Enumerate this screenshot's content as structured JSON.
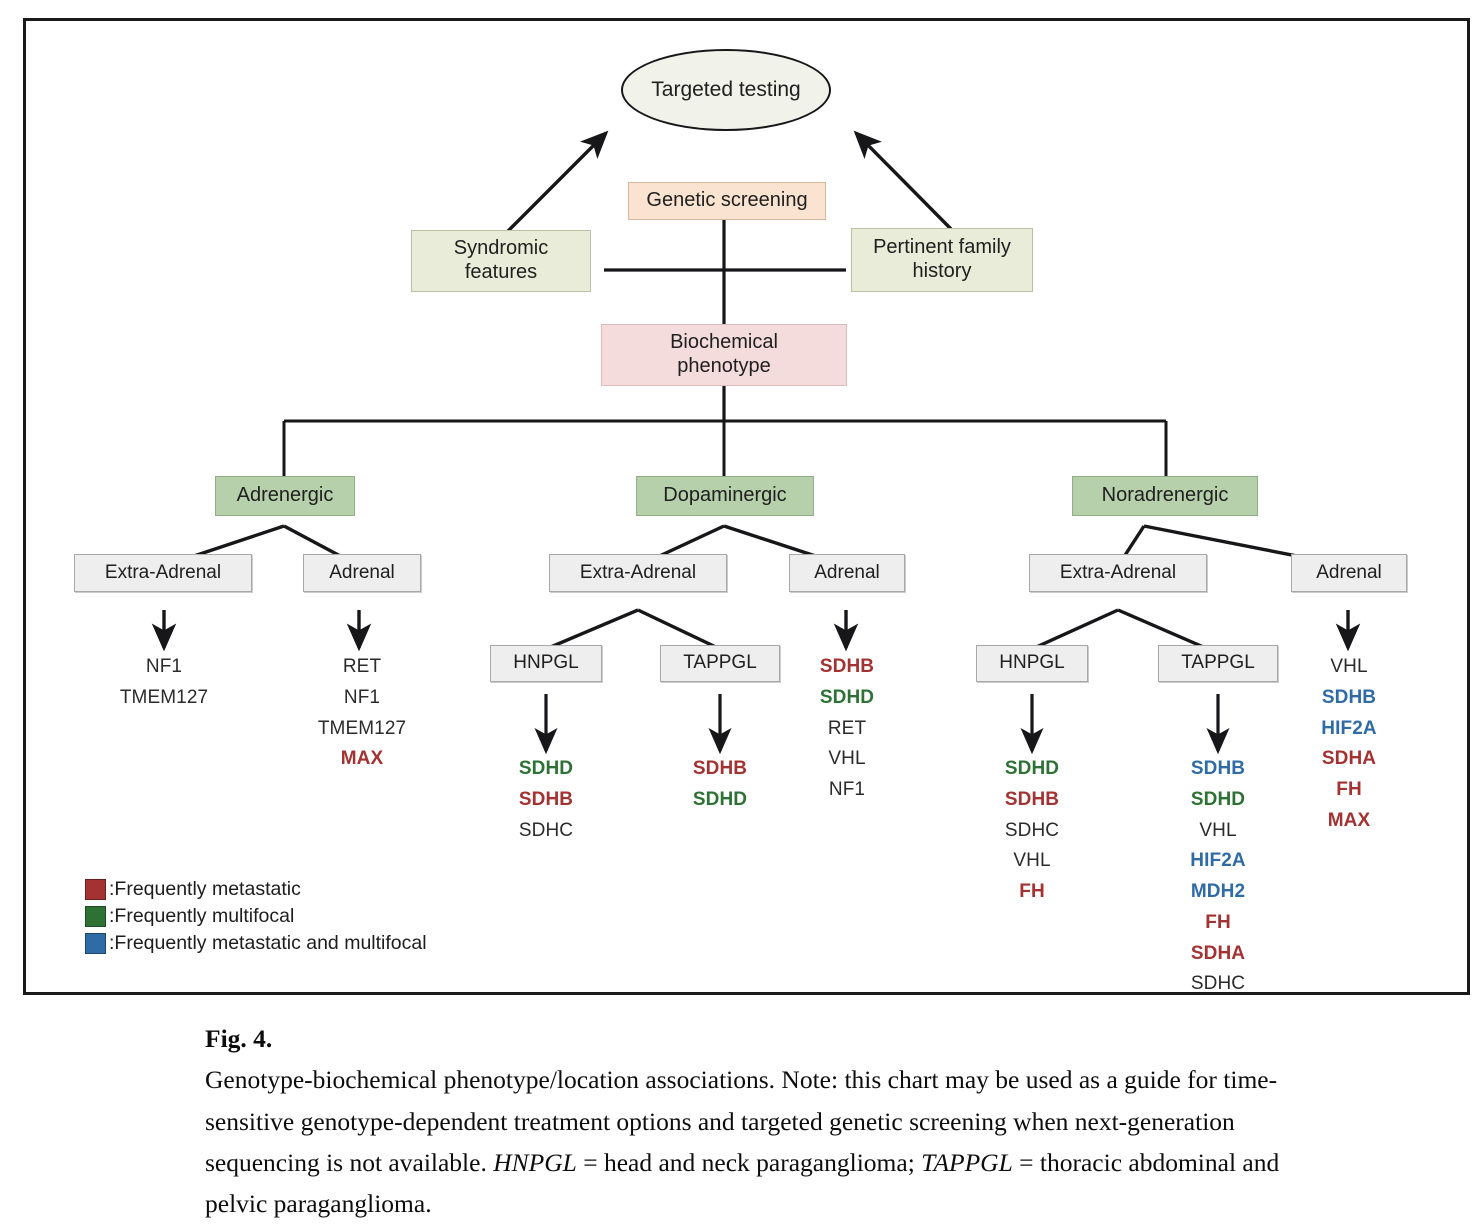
{
  "figure": {
    "number": "Fig. 4.",
    "caption_part1": "Genotype-biochemical phenotype/location associations. Note: this chart may be used as a guide for time-sensitive genotype-dependent treatment options and targeted genetic screening when next-generation sequencing is not available. ",
    "caption_abbr1": "HNPGL",
    "caption_part2": " = head and neck paraganglioma; ",
    "caption_abbr2": "TAPPGL",
    "caption_part3": " = thoracic abdominal and pelvic paraganglioma."
  },
  "colors": {
    "metastatic": "#a33232",
    "multifocal": "#2e7135",
    "both": "#2f6ba5",
    "plain": "#2b2b2b",
    "ellipse_fill": "#f1f2e9",
    "orange_fill": "#fbe3d2",
    "olive_fill": "#e9ecd9",
    "pink_fill": "#f4dcdc",
    "green_fill": "#b5d0aa",
    "grey_fill": "#eeeeee"
  },
  "nodes": {
    "targeted_testing": "Targeted testing",
    "genetic_screening": "Genetic screening",
    "syndromic_features": "Syndromic\nfeatures",
    "syndromic_line1": "Syndromic",
    "syndromic_line2": "features",
    "family_history_line1": "Pertinent family",
    "family_history_line2": "history",
    "biochemical_line1": "Biochemical",
    "biochemical_line2": "phenotype",
    "adrenergic": "Adrenergic",
    "dopaminergic": "Dopaminergic",
    "noradrenergic": "Noradrenergic",
    "extra_adrenal": "Extra-Adrenal",
    "adrenal": "Adrenal",
    "hnpgl": "HNPGL",
    "tappgl": "TAPPGL"
  },
  "branches": {
    "adrenergic": {
      "label": "Adrenergic",
      "extra_adrenal": {
        "label": "Extra-Adrenal",
        "genes": [
          {
            "name": "NF1",
            "class": "g-plain"
          },
          {
            "name": "TMEM127",
            "class": "g-plain"
          }
        ]
      },
      "adrenal": {
        "label": "Adrenal",
        "genes": [
          {
            "name": "RET",
            "class": "g-plain"
          },
          {
            "name": "NF1",
            "class": "g-plain"
          },
          {
            "name": "TMEM127",
            "class": "g-plain"
          },
          {
            "name": "MAX",
            "class": "g-red"
          }
        ]
      }
    },
    "dopaminergic": {
      "label": "Dopaminergic",
      "extra_adrenal": {
        "label": "Extra-Adrenal",
        "hnpgl": {
          "label": "HNPGL",
          "genes": [
            {
              "name": "SDHD",
              "class": "g-green"
            },
            {
              "name": "SDHB",
              "class": "g-red"
            },
            {
              "name": "SDHC",
              "class": "g-plain"
            }
          ]
        },
        "tappgl": {
          "label": "TAPPGL",
          "genes": [
            {
              "name": "SDHB",
              "class": "g-red"
            },
            {
              "name": "SDHD",
              "class": "g-green"
            }
          ]
        }
      },
      "adrenal": {
        "label": "Adrenal",
        "genes": [
          {
            "name": "SDHB",
            "class": "g-red"
          },
          {
            "name": "SDHD",
            "class": "g-green"
          },
          {
            "name": "RET",
            "class": "g-plain"
          },
          {
            "name": "VHL",
            "class": "g-plain"
          },
          {
            "name": "NF1",
            "class": "g-plain"
          }
        ]
      }
    },
    "noradrenergic": {
      "label": "Noradrenergic",
      "extra_adrenal": {
        "label": "Extra-Adrenal",
        "hnpgl": {
          "label": "HNPGL",
          "genes": [
            {
              "name": "SDHD",
              "class": "g-green"
            },
            {
              "name": "SDHB",
              "class": "g-red"
            },
            {
              "name": "SDHC",
              "class": "g-plain"
            },
            {
              "name": "VHL",
              "class": "g-plain"
            },
            {
              "name": "FH",
              "class": "g-red"
            }
          ]
        },
        "tappgl": {
          "label": "TAPPGL",
          "genes": [
            {
              "name": "SDHB",
              "class": "g-blue"
            },
            {
              "name": "SDHD",
              "class": "g-green"
            },
            {
              "name": "VHL",
              "class": "g-plain"
            },
            {
              "name": "HIF2A",
              "class": "g-blue"
            },
            {
              "name": "MDH2",
              "class": "g-blue"
            },
            {
              "name": "FH",
              "class": "g-red"
            },
            {
              "name": "SDHA",
              "class": "g-red"
            },
            {
              "name": "SDHC",
              "class": "g-plain"
            }
          ]
        }
      },
      "adrenal": {
        "label": "Adrenal",
        "genes": [
          {
            "name": "VHL",
            "class": "g-plain"
          },
          {
            "name": "SDHB",
            "class": "g-blue"
          },
          {
            "name": "HIF2A",
            "class": "g-blue"
          },
          {
            "name": "SDHA",
            "class": "g-red"
          },
          {
            "name": "FH",
            "class": "g-red"
          },
          {
            "name": "MAX",
            "class": "g-red"
          }
        ]
      }
    }
  },
  "legend": {
    "items": [
      {
        "color": "#a33232",
        "text": ":Frequently metastatic"
      },
      {
        "color": "#2e7135",
        "text": ":Frequently multifocal"
      },
      {
        "color": "#2f6ba5",
        "text": ":Frequently metastatic and multifocal"
      }
    ]
  }
}
